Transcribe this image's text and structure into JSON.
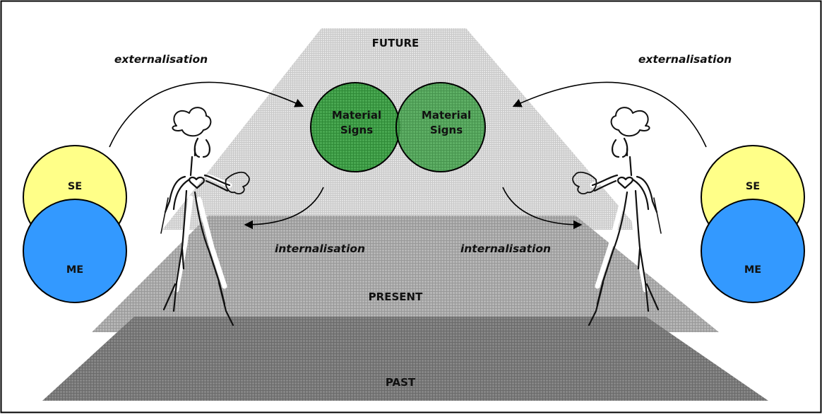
{
  "layers": {
    "future": "FUTURE",
    "present": "PRESENT",
    "past": "PAST"
  },
  "signs": {
    "left_line1": "Material",
    "left_line2": "Signs",
    "right_line1": "Material",
    "right_line2": "Signs"
  },
  "arrows": {
    "externalisation_left": "externalisation",
    "externalisation_right": "externalisation",
    "internalisation_left": "internalisation",
    "internalisation_right": "internalisation"
  },
  "actors": {
    "left": {
      "top_circle": "SE",
      "bottom_circle": "ME"
    },
    "right": {
      "top_circle": "SE",
      "bottom_circle": "ME"
    }
  },
  "colors": {
    "se_fill": "#ffff88",
    "me_fill": "#3399ff",
    "sign_fill": "#3f9e46",
    "future_layer": "#e0e0e0",
    "present_layer": "#a9a9a9",
    "past_layer": "#7f7f7f"
  }
}
